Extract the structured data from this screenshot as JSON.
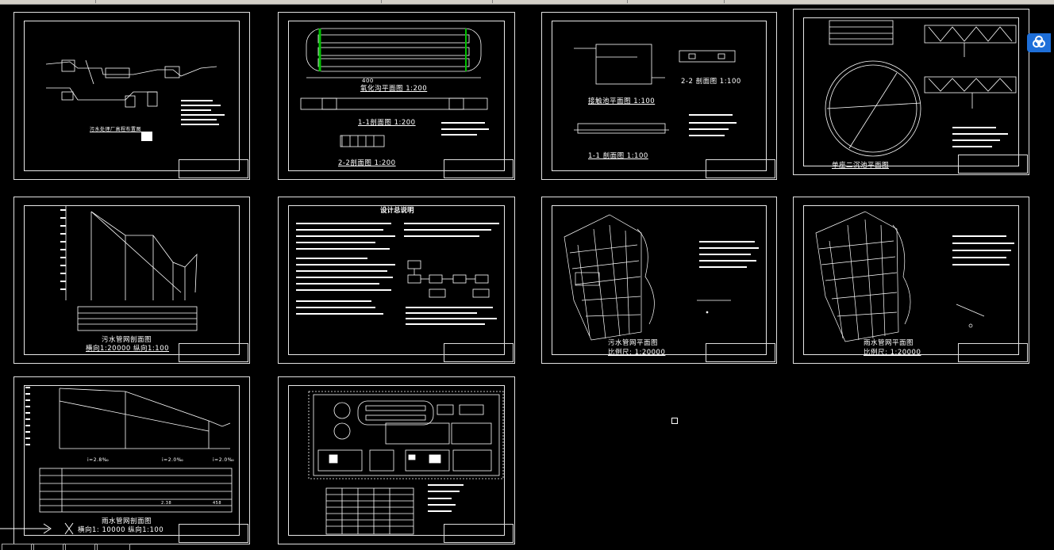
{
  "sheets": {
    "s1": {
      "caption": "污水处理厂高程布置图"
    },
    "s2": {
      "title_plan": "氧化沟平面图 1:200",
      "title_sec1": "1-1剖面图 1:200",
      "title_sec2": "2-2剖面图 1:200",
      "dim": "400"
    },
    "s3": {
      "title_plan": "接触池平面图 1:100",
      "title_sec22": "2-2 剖面图 1:100",
      "title_sec11": "1-1 剖面图 1:100"
    },
    "s4": {
      "title_plan": "单座二沉池平面图"
    },
    "s5": {
      "title": "污水管网剖面图",
      "scale": "横向1:20000  纵向1:100"
    },
    "s6": {
      "title": "设计总说明"
    },
    "s7": {
      "title": "污水管网平面图",
      "scale": "比例尺: 1:20000"
    },
    "s8": {
      "title": "雨水管网平面图",
      "scale": "比例尺: 1:20000"
    },
    "s9": {
      "title": "雨水管网剖面图",
      "scale": "横向1: 10000  纵向1:100",
      "g1": "i=2.8‰",
      "g2": "i=2.0‰",
      "g3": "i=2.0‰",
      "v1": "2.38",
      "v2": "458"
    },
    "s10": {
      "title": ""
    }
  },
  "colors": {
    "background": "#000000",
    "lines": "#ffffff",
    "accent_green": "#00c000",
    "cloud_icon": "#1e6fd9"
  }
}
